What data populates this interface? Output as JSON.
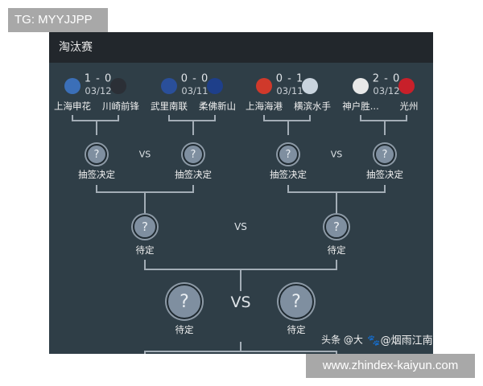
{
  "watermarks": {
    "top": "TG: MYYJJPP",
    "bottom": "www.zhindex-kaiyun.com",
    "overlay": "头条 @大",
    "credit": "@烟雨江南"
  },
  "title": "淘汰赛",
  "matches": [
    {
      "home": "上海申花",
      "away": "川崎前锋",
      "score": "1 - 0",
      "date": "03/12",
      "home_color": "#3b6fb8",
      "away_color": "#2b2f36"
    },
    {
      "home": "武里南联",
      "away": "柔佛新山",
      "score": "0 - 0",
      "date": "03/11",
      "home_color": "#2a4f9a",
      "away_color": "#1e3f8a"
    },
    {
      "home": "上海海港",
      "away": "横滨水手",
      "score": "0 - 1",
      "date": "03/11",
      "home_color": "#d0392b",
      "away_color": "#c9d4de"
    },
    {
      "home": "神户胜...",
      "away": "光州",
      "score": "2 - 0",
      "date": "03/12",
      "home_color": "#e8e8e8",
      "away_color": "#c8202a"
    }
  ],
  "round2": {
    "labels": [
      "抽签决定",
      "抽签决定",
      "抽签决定",
      "抽签决定"
    ],
    "vs": "VS"
  },
  "round3": {
    "labels": [
      "待定",
      "待定"
    ],
    "vs": "VS"
  },
  "round4": {
    "labels": [
      "待定",
      "待定"
    ],
    "vs": "VS"
  },
  "placeholder": "?"
}
